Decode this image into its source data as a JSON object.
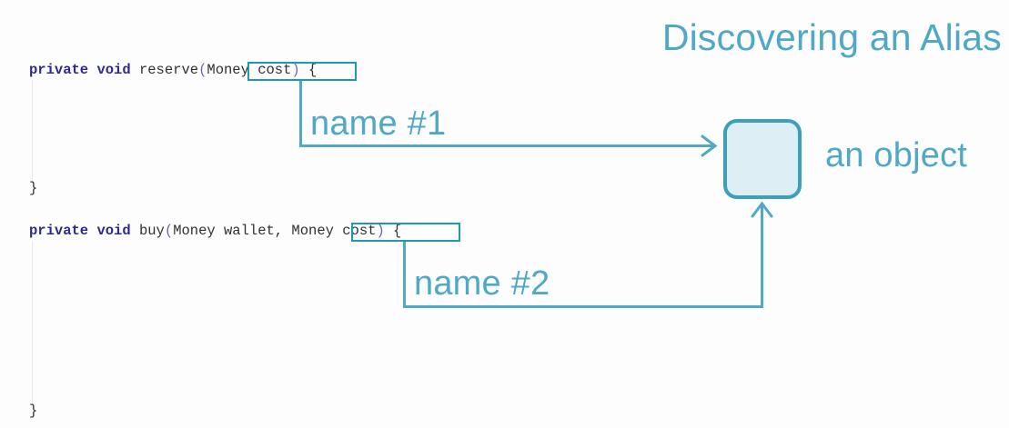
{
  "slide": {
    "title": "Discovering an Alias",
    "background_color": "#fdfdfd",
    "accent_color": "#4fa9c6",
    "highlight_color": "#1a9ab5",
    "object_fill_color": "#deeef5",
    "object_border_color": "#3c9fbe",
    "keyword_color": "#2b2b8f"
  },
  "code": {
    "language": "java",
    "lines": [
      {
        "id": "method-reserve-signature",
        "keyword1": "private",
        "keyword2": "void",
        "name": " reserve",
        "open_paren": "(",
        "param": "Money cost",
        "close_paren": ")",
        "brace": " {"
      },
      {
        "id": "method-reserve-close",
        "text": "}"
      },
      {
        "id": "method-buy-signature",
        "keyword1": "private",
        "keyword2": "void",
        "name": " buy",
        "open_paren": "(",
        "param_first": "Money wallet, ",
        "param": "Money cost",
        "close_paren": ")",
        "brace": " {"
      },
      {
        "id": "method-buy-close",
        "text": "}"
      }
    ]
  },
  "diagram": {
    "object_label": "an object",
    "connectors": [
      {
        "id": "name-1",
        "label": "name #1",
        "from": "reserve-money-cost-param",
        "to": "object-box"
      },
      {
        "id": "name-2",
        "label": "name #2",
        "from": "buy-money-cost-param",
        "to": "object-box"
      }
    ]
  }
}
